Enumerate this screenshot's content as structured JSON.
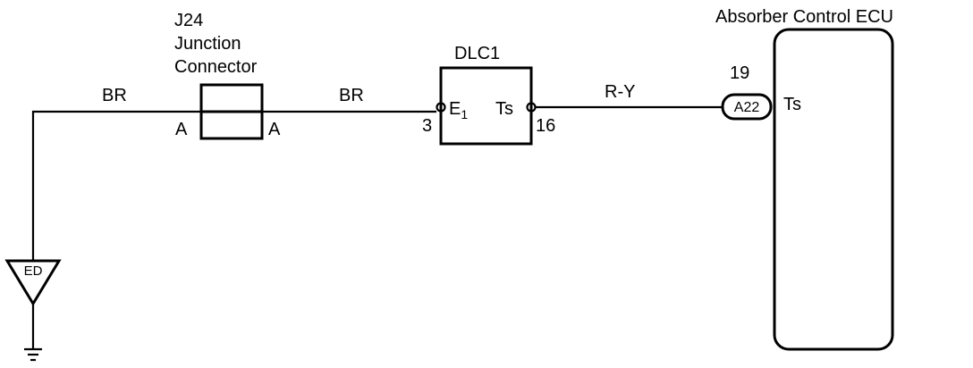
{
  "ecu": {
    "title": "Absorber Control ECU",
    "terminal": "Ts",
    "pin": "19",
    "connector": "A22"
  },
  "junction": {
    "line1": "J24",
    "line2": "Junction",
    "line3": "Connector",
    "pin_left": "A",
    "pin_right": "A"
  },
  "dlc": {
    "title": "DLC1",
    "terminal_left": "E",
    "terminal_left_sub": "1",
    "terminal_right": "Ts",
    "pin_left": "3",
    "pin_right": "16"
  },
  "wires": {
    "ground_wire": "BR",
    "middle_wire": "BR",
    "signal_wire": "R-Y"
  },
  "ground": {
    "label": "ED"
  }
}
